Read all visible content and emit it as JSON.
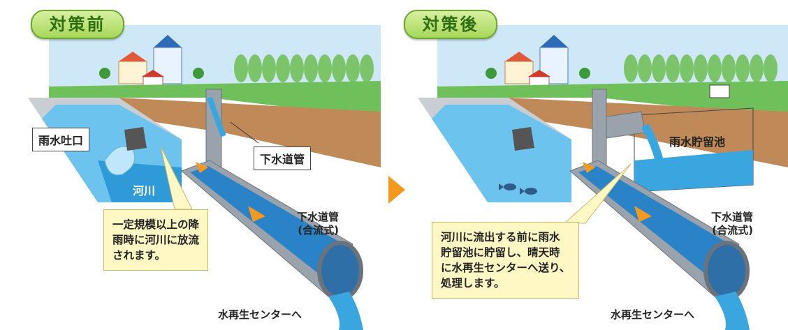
{
  "before": {
    "tag": "対策前",
    "outlet_label": "雨水吐口",
    "sewer_pipe_label": "下水道管",
    "river_label": "河川",
    "main_pipe_label": "下水道管\n(合流式)",
    "destination_label": "水再生センターへ",
    "callout": "一定規模以上の降\n雨時に河川に放流\nされます。"
  },
  "after": {
    "tag": "対策後",
    "reservoir_label": "雨水貯留池",
    "main_pipe_label": "下水道管\n(合流式)",
    "destination_label": "水再生センターへ",
    "callout": "河川に流出する前に雨水\n貯留池に貯留し、晴天時\nに水再生センターへ送り、\n処理します。"
  },
  "colors": {
    "sky": "#cfe8f7",
    "grass": "#6fbf5a",
    "soil": "#c08a58",
    "water": "#3aa6e0",
    "pipe": "#9aa3ab",
    "arrow": "#f39a1e"
  }
}
